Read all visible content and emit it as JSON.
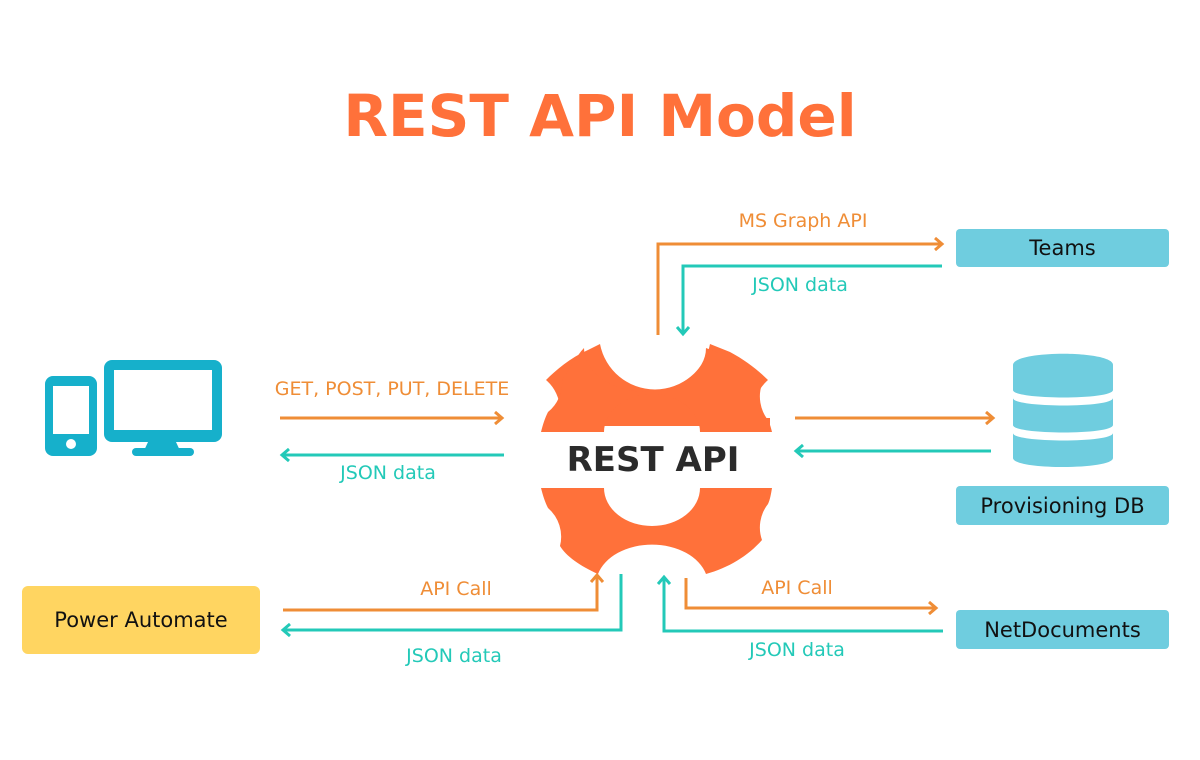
{
  "title": "REST API Model",
  "center": {
    "label": "REST API",
    "icon": "gear-icon"
  },
  "clients": {
    "icon": "devices-icon",
    "request_label": "GET, POST, PUT, DELETE",
    "response_label": "JSON data"
  },
  "teams": {
    "label": "Teams",
    "request_label": "MS Graph API",
    "response_label": "JSON data"
  },
  "provisioning_db": {
    "label": "Provisioning DB",
    "icon": "database-icon"
  },
  "power_automate": {
    "label": "Power Automate",
    "request_label": "API Call",
    "response_label": "JSON data"
  },
  "netdocuments": {
    "label": "NetDocuments",
    "request_label": "API Call",
    "response_label": "JSON data"
  },
  "colors": {
    "title": "#ff713a",
    "gear": "#ff713a",
    "request": "#ef8d36",
    "response": "#23c9b8",
    "device": "#16b0cb",
    "box_blue": "#6fcddf",
    "box_yellow": "#ffd561"
  }
}
